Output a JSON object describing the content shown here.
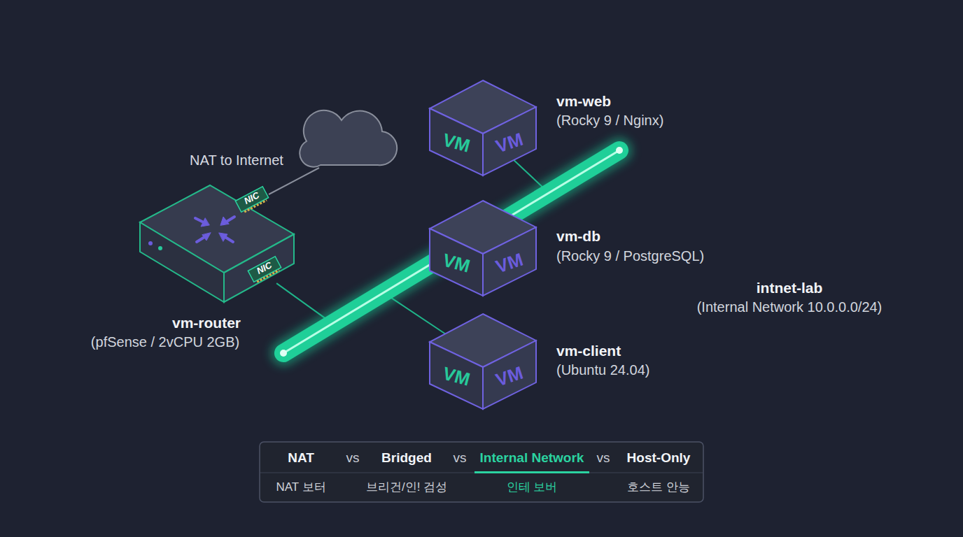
{
  "diagram": {
    "nodes": [
      {
        "text": [
          "vm-router",
          "(pfSense / 2vCPU 2GB)"
        ]
      },
      {
        "text": [
          "VM",
          "VM",
          "vm-web",
          "(Rocky 9 / Nginx)"
        ]
      },
      {
        "text": [
          "VM",
          "VM",
          "vm-db",
          "(Rocky 9 / PostgreSQL)"
        ]
      },
      {
        "text": [
          "intnet-lab",
          "(Internal Network 10.0.0.0/24)"
        ]
      },
      {
        "text": [
          "VM",
          "VM",
          "vm-client",
          "(Ubuntu 24.04)"
        ]
      }
    ],
    "edges": [
      {
        "from": 0,
        "to": 3,
        "arrow": "none"
      },
      {
        "from": 1,
        "to": 3,
        "arrow": "none"
      },
      {
        "from": 2,
        "to": 3,
        "arrow": "none"
      },
      {
        "from": 4,
        "to": 3,
        "arrow": "none"
      }
    ],
    "labels": [
      "NAT to Internet",
      "NIC",
      "NIC",
      "NAT",
      "vs",
      "Bridged",
      "vs",
      "Internal Network",
      "vs",
      "Host-Only",
      "NAT 보터",
      "브리건/인! 검성",
      "인테 보버",
      "호스트 안능"
    ]
  }
}
